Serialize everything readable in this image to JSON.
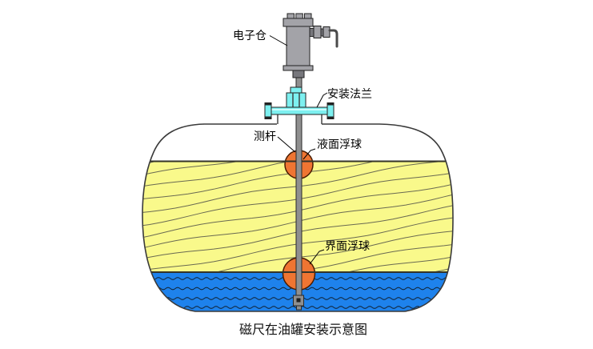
{
  "diagram": {
    "caption": "磁尺在油罐安装示意图",
    "labels": {
      "electronics": "电子仓",
      "flange": "安装法兰",
      "rod": "测杆",
      "level_float": "液面浮球",
      "interface_float": "界面浮球"
    },
    "colors": {
      "outline": "#3a3a3a",
      "oil": "#F9F98B",
      "oilHatch": "#6a6a52",
      "water": "#1E82EC",
      "wave": "#12263a",
      "float": "#EF7532",
      "floatOutline": "#4a1c00",
      "flange": "#7DF0F0",
      "housing": "#A3A3A8",
      "housingDark": "#77777c",
      "rod": "#8f8f8f",
      "label": "#000000"
    }
  }
}
